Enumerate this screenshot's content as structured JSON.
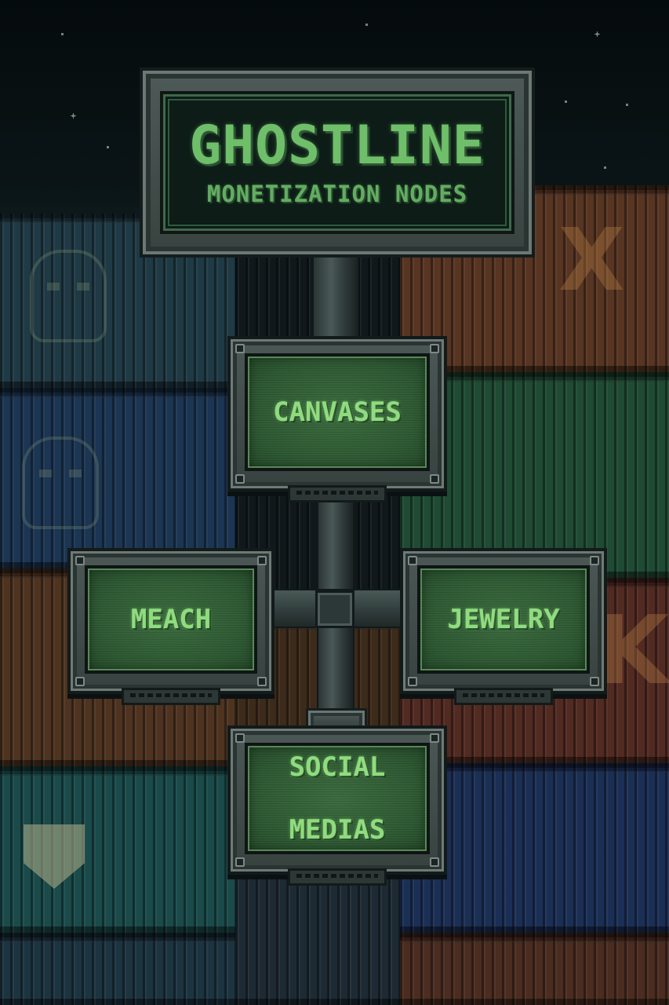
{
  "sign": {
    "title": "GHOSTLINE",
    "subtitle": "MONETIZATION NODES"
  },
  "nodes": {
    "canvases": {
      "label": "CANVASES"
    },
    "merch": {
      "label": "MEACH"
    },
    "jewelry": {
      "label": "JEWELRY"
    },
    "social": {
      "line1": "SOCIAL",
      "line2": "MEDIAS"
    }
  },
  "colors": {
    "screen_text": "#8fdc7e",
    "title_green": "#6fbf6a",
    "metal": "#4c5856",
    "background": "#071012"
  }
}
